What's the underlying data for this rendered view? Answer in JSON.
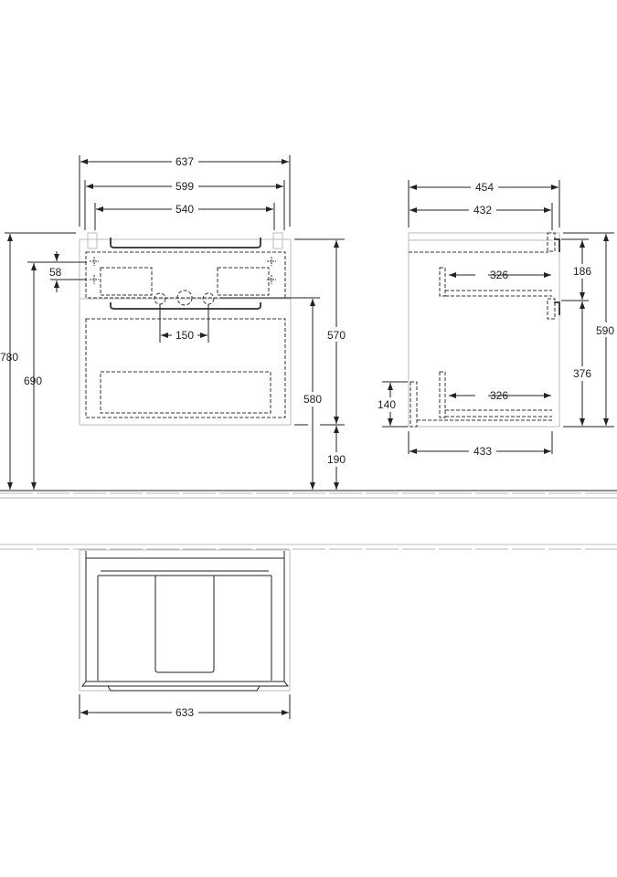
{
  "front_view": {
    "width_overall": "637",
    "width_body": "599",
    "width_inner": "540",
    "height_total": "780",
    "height_fixing": "690",
    "fixing_spacing": "58",
    "drain_spacing": "150",
    "height_cabinet": "570",
    "height_drain": "580",
    "height_floor_clearance": "190"
  },
  "side_view": {
    "depth_overall": "454",
    "depth_body": "432",
    "height_total": "590",
    "upper_drawer_height": "186",
    "lower_drawer_height": "376",
    "plinth_height": "140",
    "upper_drawer_depth": "326",
    "lower_drawer_depth": "326",
    "depth_bottom": "433"
  },
  "top_view": {
    "width": "633"
  },
  "colors": {
    "line": "#222222",
    "light_line": "#bbbbbb"
  }
}
